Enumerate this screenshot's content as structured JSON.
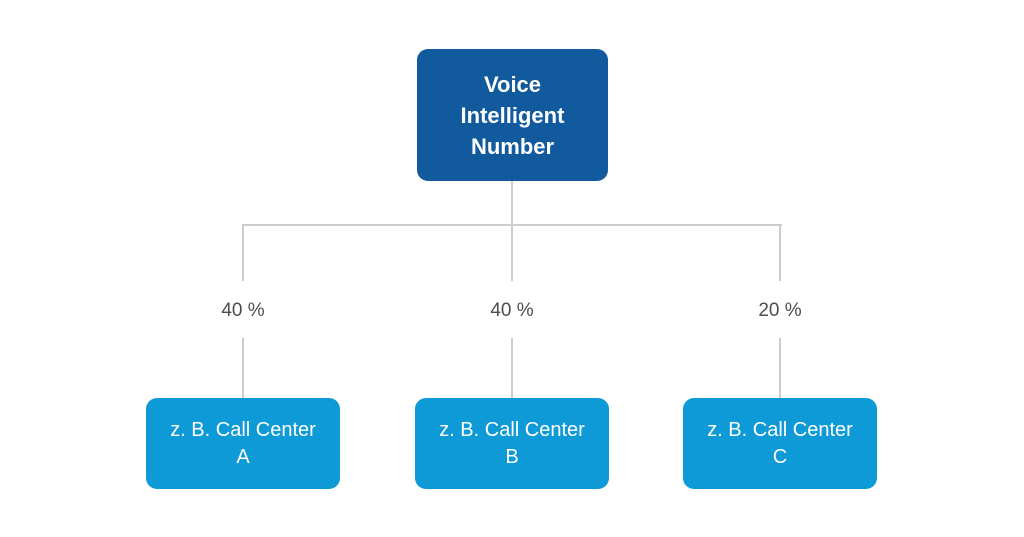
{
  "root": {
    "lines": [
      "Voice",
      "Intelligent",
      "Number"
    ]
  },
  "branches": [
    {
      "percent": "40 %",
      "lines": [
        "z. B. Call Center",
        "A"
      ]
    },
    {
      "percent": "40 %",
      "lines": [
        "z. B. Call Center",
        "B"
      ]
    },
    {
      "percent": "20 %",
      "lines": [
        "z. B. Call Center",
        "C"
      ]
    }
  ],
  "colors": {
    "root_box": "#115A9E",
    "child_box": "#0E9AD6",
    "connector": "#CCCCCC",
    "percent_text": "#4D4D4D",
    "box_text": "#FFFFFF"
  }
}
